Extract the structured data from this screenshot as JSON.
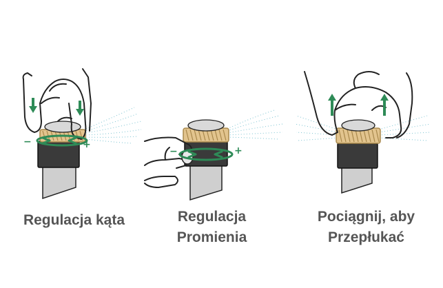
{
  "panels": [
    {
      "caption_lines": [
        "Regulacja kąta"
      ],
      "minus": "−",
      "plus": "+"
    },
    {
      "caption_lines": [
        "Regulacja",
        "Promienia"
      ],
      "minus": "−",
      "plus": "+"
    },
    {
      "caption_lines": [
        "Pociągnij, aby",
        "Przepłukać"
      ]
    }
  ],
  "colors": {
    "arrow_green": "#2e8b57",
    "brass": "#e2c48e",
    "brass_dark": "#a8884c",
    "housing": "#3a3a3a",
    "riser": "#cfcfcf",
    "spray": "#7cc3d1",
    "caption": "#555555",
    "outline": "#222222"
  }
}
